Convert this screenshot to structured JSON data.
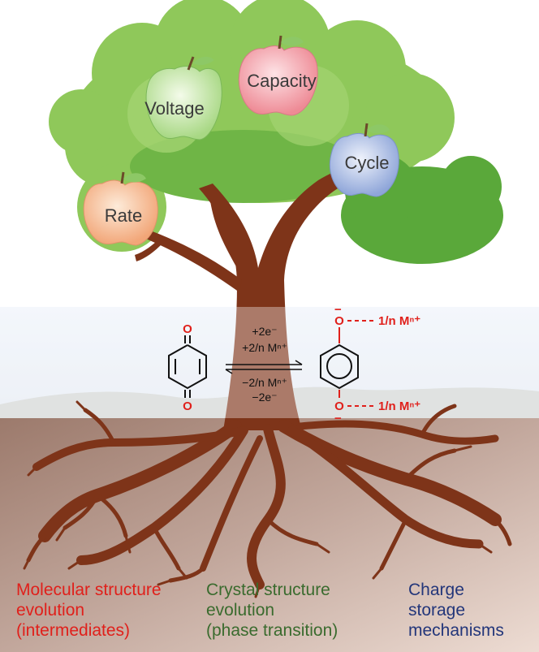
{
  "colors": {
    "leaf_light": "#8fc85a",
    "leaf_dark": "#5aa83a",
    "trunk": "#7e3419",
    "ground": "#a78172",
    "sky_band": "#e9eef7",
    "red_text": "#e0201b",
    "green_text": "#3a6b2e",
    "blue_text": "#23367a"
  },
  "fruits": {
    "voltage": "Voltage",
    "capacity": "Capacity",
    "cycle": "Cycle",
    "rate": "Rate"
  },
  "reaction": {
    "forward_line1": "+2e⁻",
    "forward_line2": "+2/n Mⁿ⁺",
    "reverse_line1": "−2/n Mⁿ⁺",
    "reverse_line2": "−2e⁻",
    "reactant_atom_top": "O",
    "reactant_atom_bottom": "O",
    "product_atom_top": "O",
    "product_atom_bottom": "O",
    "product_charge": "−",
    "product_cation_top": "1/n Mⁿ⁺",
    "product_cation_bottom": "1/n Mⁿ⁺"
  },
  "captions": {
    "molecular": [
      "Molecular structure",
      "evolution",
      "(intermediates)"
    ],
    "crystal": [
      "Crystal structure",
      "evolution",
      "(phase transition)"
    ],
    "charge": [
      "Charge",
      "storage",
      "mechanisms"
    ]
  }
}
